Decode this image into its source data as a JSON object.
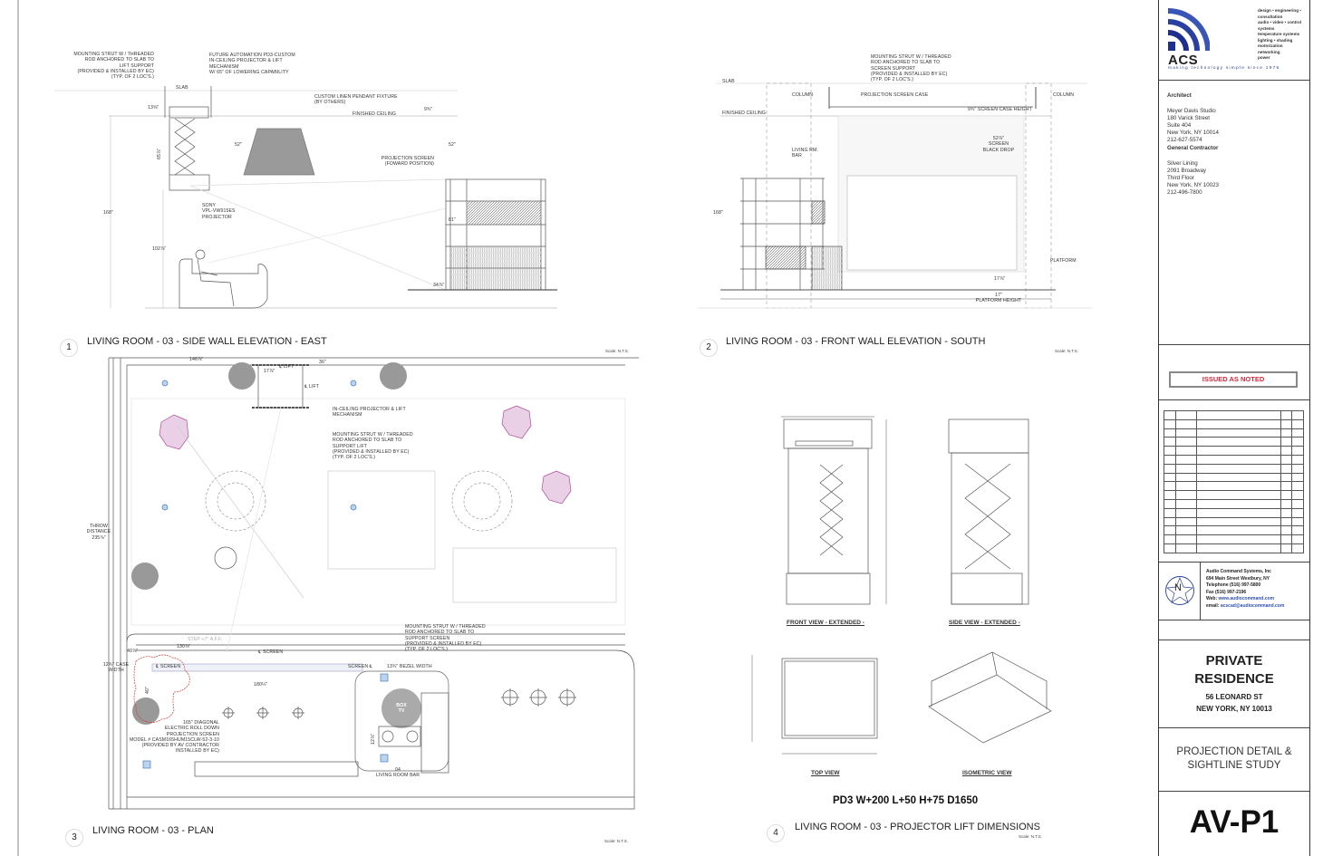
{
  "drawing1": {
    "number": "1",
    "title": "LIVING ROOM - 03 - SIDE WALL ELEVATION - EAST",
    "scale": "Scale: N.T.S.",
    "notes": {
      "strut": "MOUNTING STRUT W / THREADED\nROD ANCHORED TO SLAB TO\nLIFT SUPPORT\n(PROVIDED & INSTALLED BY EC)\n(TYP. OF 2 LOC'S.)",
      "lift": "FUTURE AUTOMATION PD3-CUSTOM\nIN-CEILING PROJECTOR & LIFT\nMECHANISM\nW/ 65\" OF LOWERING CAPABILITY",
      "slab": "SLAB",
      "pendant": "CUSTOM LINEN PENDANT FIXTURE\n(BY OTHERS)",
      "ceiling": "FINISHED CEILING",
      "screen": "PROJECTION SCREEN\n(FOWARD POSITION)",
      "projector": "SONY\nVPL-VW915ES\nPROJECTOR"
    },
    "dims": {
      "case": "13⅝\"",
      "drop": "65⅞\"",
      "pendant_h": "52\"",
      "screen_h": "52\"",
      "ceiling_gap": "9¾\"",
      "total": "168\"",
      "screen_top": "81\"",
      "eye": "102⅞\"",
      "base": "34⅞\""
    }
  },
  "drawing2": {
    "number": "2",
    "title": "LIVING ROOM - 03 - FRONT WALL ELEVATION - SOUTH",
    "scale": "Scale: N.T.S.",
    "notes": {
      "strut": "MOUNTING STRUT W / THREADED\nROD ANCHORED TO SLAB TO\nSCREEN SUPPORT\n(PROVIDED & INSTALLED BY EC)\n(TYP. OF 2 LOC'S.)",
      "slab": "SLAB",
      "column_left": "COLUMN",
      "column_right": "COLUMN",
      "case": "PROJECTION SCREEN CASE",
      "case_height": "9¾\" SCREEN CASE HEIGHT",
      "ceiling": "FINISHED CEILING",
      "black_drop": "52⅞\"\nSCREEN\nBLACK DROP",
      "bar": "LIVING RM.\nBAR",
      "total": "168\"",
      "platform": "PLATFORM",
      "bottom": "17⅞\"",
      "platform_height": "17\"\nPLATFORM HEIGHT"
    }
  },
  "drawing3": {
    "number": "3",
    "title": "LIVING ROOM - 03 - PLAN",
    "scale": "Scale: N.T.S.",
    "notes": {
      "dim_146": "146⅞\"",
      "lift1": "℄ LIFT",
      "dim_17": "17⅞\"",
      "lift2": "℄ LIFT",
      "dim_36": "36\"",
      "lift_mech": "IN-CEILING PROJECTOR & LIFT\nMECHANISM",
      "strut_lift": "MOUNTING STRUT W / THREADED\nROD ANCHORED TO SLAB TO\nSUPPORT LIFT\n(PROVIDED & INSTALLED BY EC)\n(TYP. OF 2 LOC'S.)",
      "throw": "THROW\nDISTANCE\n235⅞\"",
      "step": "STEP +7\" A.F.F.",
      "dim_130": "130⅞\"",
      "screen_cl1": "℄ SCREEN",
      "dim_40": "40⅞\"",
      "case_width": "12¾\" CASE\nWIDTH",
      "screen_cl2": "℄ SCREEN",
      "screen_cl3": "SCREEN ℄",
      "bezel": "13¾\" BEZEL WIDTH",
      "strut_screen": "MOUNTING STRUT W / THREADED\nROD ANCHORED TO SLAB TO\nSUPPORT SCREEN\n(PROVIDED & INSTALLED BY EC)\n(TYP. OF 2 LOC'S.)",
      "dim_180": "180¼\"",
      "dim_40b": "40\"",
      "screen_spec": "165\" DIAGONAL\nELECTRIC ROLL DOWN\nPROJECTION SCREEN\nMODEL # CASM165HUM15CLW-52-3-10\n(PROVIDED BY AV CONTRACTOR\nINSTALLED BY EC)",
      "dim_12": "12⅞\"",
      "bar": "04\nLIVING ROOM BAR",
      "tv": "BOX\nTV"
    }
  },
  "drawing4": {
    "number": "4",
    "title": "LIVING ROOM - 03 - PROJECTOR LIFT  DIMENSIONS",
    "scale": "Scale: N.T.S.",
    "model": "PD3 W+200 L+50 H+75 D1650",
    "views": {
      "front": "FRONT VIEW -  EXTENDED -",
      "side": "SIDE VIEW -  EXTENDED -",
      "top": "TOP VIEW",
      "iso": "ISOMETRIC VIEW"
    }
  },
  "title_block": {
    "logo_text": "ACS",
    "services": "design • engineering • consultation\naudio • video • control systems\ntemperature systems\nlighting • shading\nmotorization\nnetworking\npower",
    "tagline": "making technology simple since 1976",
    "architect": {
      "heading": "Architect",
      "lines": "Meyer Davis Studio\n180 Varick Street\nSuite 404\nNew York, NY 10014\n212-627-5574"
    },
    "contractor": {
      "heading": "General Contractor",
      "lines": "Silver Lining\n2091 Broadway\nThird Floor\nNew York, NY 10023\n212-496-7800"
    },
    "status": "ISSUED AS NOTED",
    "north": "N",
    "company": {
      "name": "Audio Command Systems, Inc",
      "address": "694 Main Street Westbury, NY",
      "phone": "Telephone (516) 997-5800",
      "fax": "Fax (516) 997-2196",
      "web_label": "Web:",
      "web": "www.audiocommand.com",
      "email_label": "email:",
      "email": "acscad@audiocommand.com"
    },
    "project": {
      "name1": "PRIVATE",
      "name2": "RESIDENCE",
      "street": "56 LEONARD ST",
      "city": "NEW YORK, NY 10013"
    },
    "sheet_title": "PROJECTION DETAIL &\nSIGHTLINE STUDY",
    "sheet_number": "AV-P1",
    "colors": {
      "brand_blue": "#1f2f8f",
      "issued_red": "#d4283c",
      "link_blue": "#3050b0"
    }
  }
}
